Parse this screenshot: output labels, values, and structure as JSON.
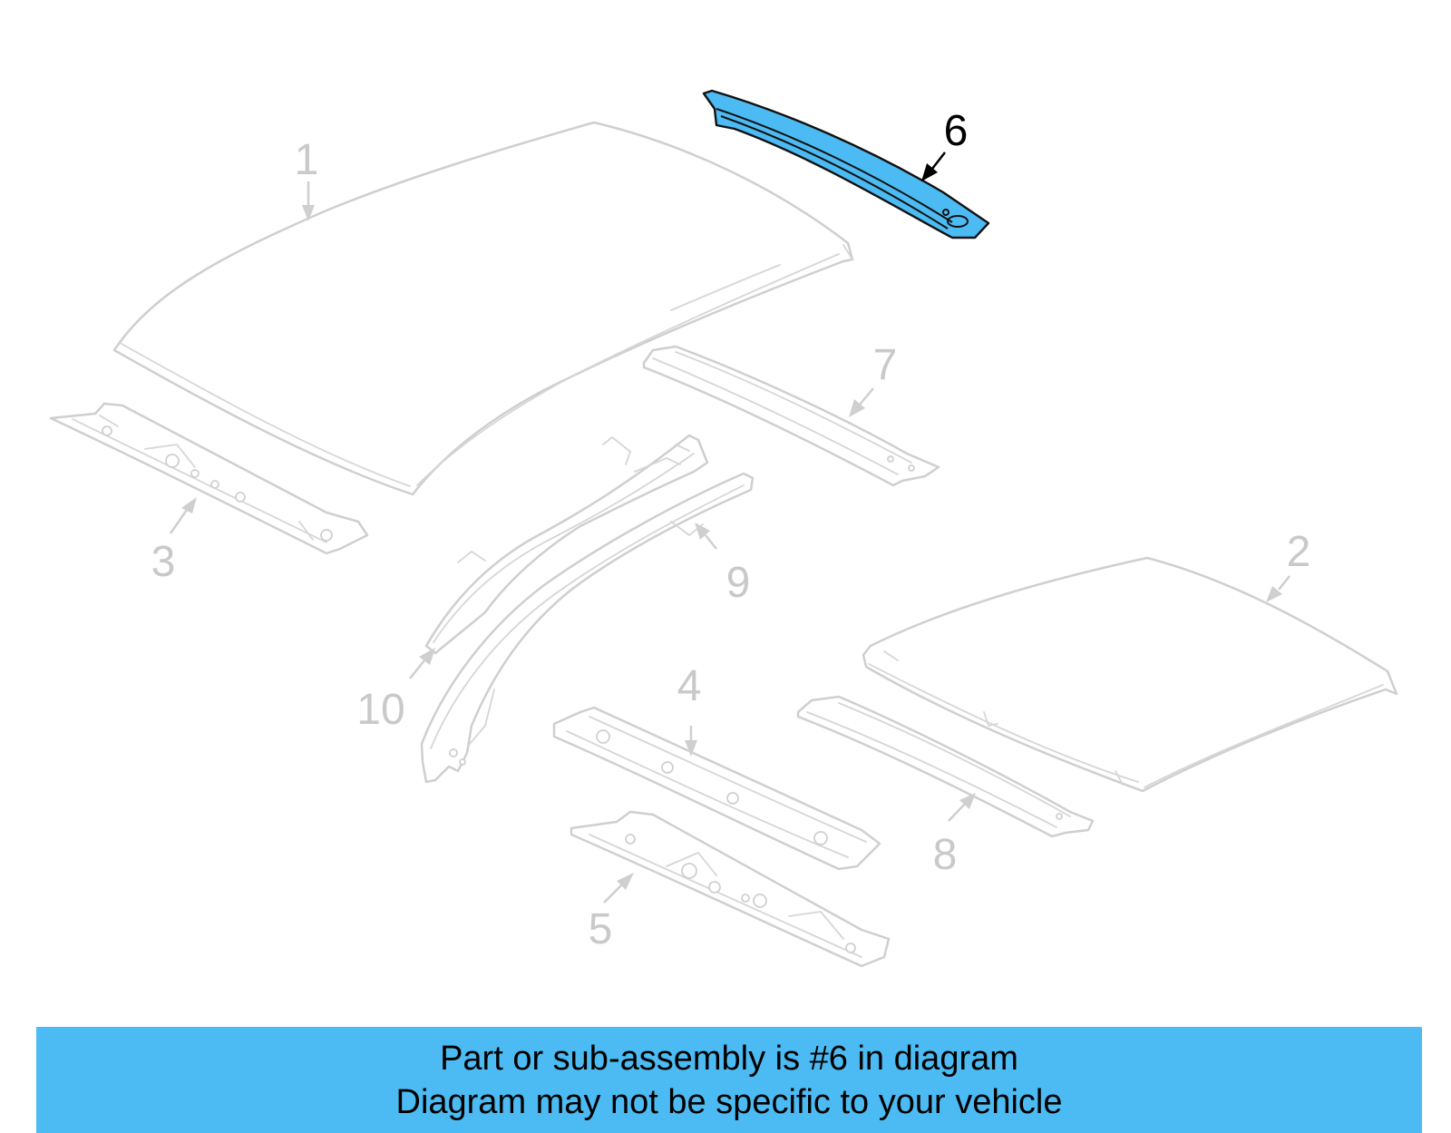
{
  "diagram": {
    "highlighted_callout": "6",
    "highlight_color": "#4dbbf3",
    "muted_color": "#cfcfcf",
    "callouts": [
      {
        "id": "c1",
        "label": "1"
      },
      {
        "id": "c2",
        "label": "2"
      },
      {
        "id": "c3",
        "label": "3"
      },
      {
        "id": "c4",
        "label": "4"
      },
      {
        "id": "c5",
        "label": "5"
      },
      {
        "id": "c6",
        "label": "6"
      },
      {
        "id": "c7",
        "label": "7"
      },
      {
        "id": "c8",
        "label": "8"
      },
      {
        "id": "c9",
        "label": "9"
      },
      {
        "id": "c10",
        "label": "10"
      }
    ]
  },
  "banner": {
    "line1": "Part or sub-assembly is #6 in diagram",
    "line2": "Diagram may not be specific to your vehicle",
    "color": "#4dbbf3"
  }
}
